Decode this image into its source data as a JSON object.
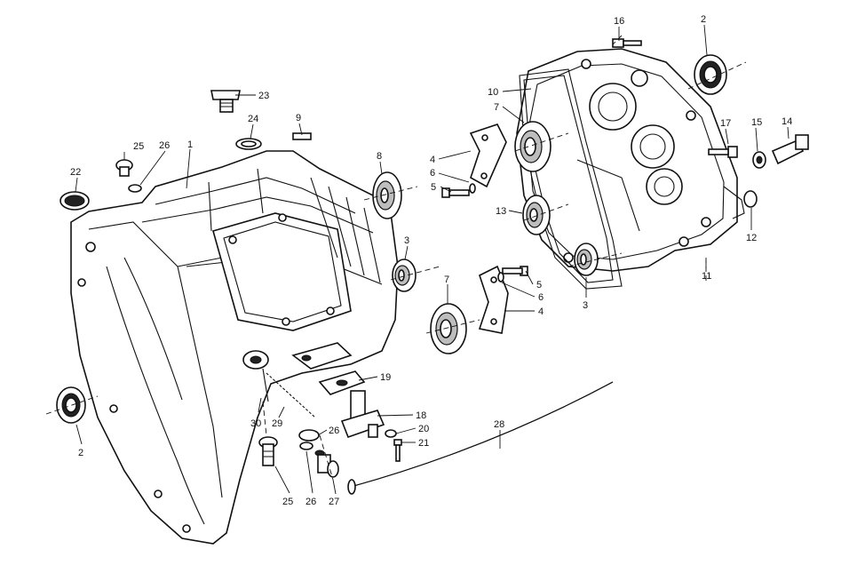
{
  "callouts": [
    {
      "id": "c16a",
      "text": "16"
    },
    {
      "id": "c2a",
      "text": "2"
    },
    {
      "id": "c10",
      "text": "10"
    },
    {
      "id": "c7a",
      "text": "7"
    },
    {
      "id": "c23",
      "text": "23"
    },
    {
      "id": "c24",
      "text": "24"
    },
    {
      "id": "c9",
      "text": "9"
    },
    {
      "id": "c25a",
      "text": "25"
    },
    {
      "id": "c26a",
      "text": "26"
    },
    {
      "id": "c1",
      "text": "1"
    },
    {
      "id": "c22",
      "text": "22"
    },
    {
      "id": "c8",
      "text": "8"
    },
    {
      "id": "c4a",
      "text": "4"
    },
    {
      "id": "c6a",
      "text": "6"
    },
    {
      "id": "c5a",
      "text": "5"
    },
    {
      "id": "c13",
      "text": "13"
    },
    {
      "id": "c17",
      "text": "17"
    },
    {
      "id": "c15",
      "text": "15"
    },
    {
      "id": "c14",
      "text": "14"
    },
    {
      "id": "c12",
      "text": "12"
    },
    {
      "id": "c11",
      "text": "11"
    },
    {
      "id": "c3a",
      "text": "3"
    },
    {
      "id": "c3b",
      "text": "3"
    },
    {
      "id": "c7b",
      "text": "7"
    },
    {
      "id": "c5b",
      "text": "5"
    },
    {
      "id": "c6b",
      "text": "6"
    },
    {
      "id": "c4b",
      "text": "4"
    },
    {
      "id": "c19",
      "text": "19"
    },
    {
      "id": "c18",
      "text": "18"
    },
    {
      "id": "c20",
      "text": "20"
    },
    {
      "id": "c21",
      "text": "21"
    },
    {
      "id": "c28",
      "text": "28"
    },
    {
      "id": "c30",
      "text": "30"
    },
    {
      "id": "c29",
      "text": "29"
    },
    {
      "id": "c26b",
      "text": "26"
    },
    {
      "id": "c25b",
      "text": "25"
    },
    {
      "id": "c26c",
      "text": "26"
    },
    {
      "id": "c27",
      "text": "27"
    },
    {
      "id": "c2b",
      "text": "2"
    }
  ]
}
